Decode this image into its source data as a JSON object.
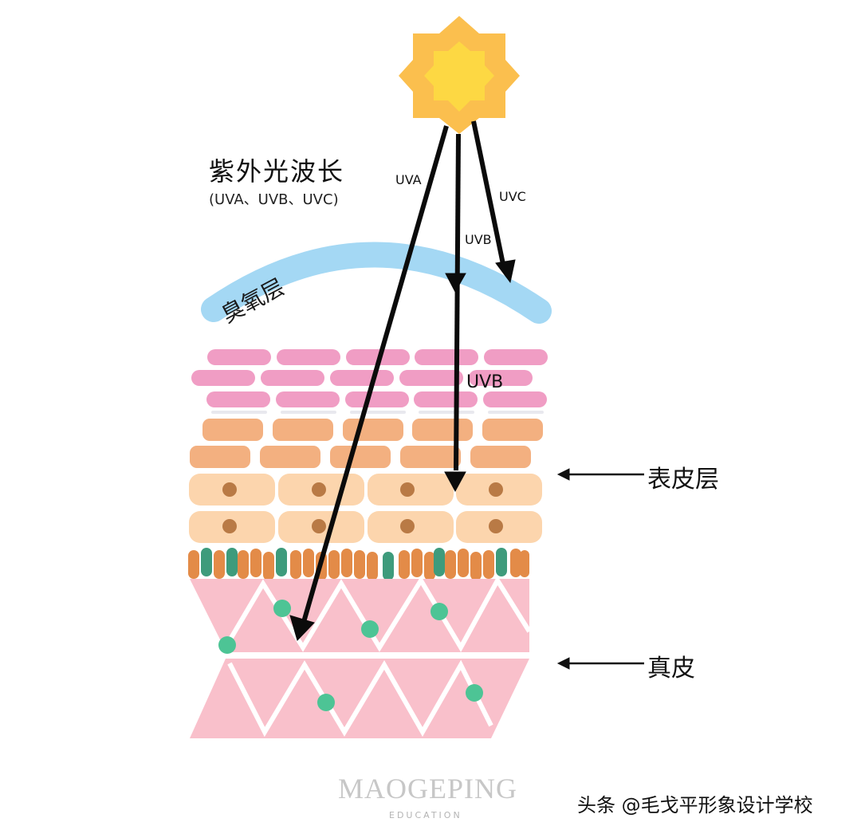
{
  "title": {
    "main": "紫外光波长",
    "sub": "(UVA、UVB、UVC)"
  },
  "rays": [
    {
      "name": "UVA",
      "label": "UVA",
      "penetrates_to": "真皮"
    },
    {
      "name": "UVB",
      "label": "UVB",
      "penetrates_to": "表皮层"
    },
    {
      "name": "UVC",
      "label": "UVC",
      "penetrates_to": "臭氧层"
    }
  ],
  "ray_labels": {
    "uva": "UVA",
    "uvb_upper": "UVB",
    "uvc": "UVC",
    "uvb_lower": "UVB"
  },
  "layers": {
    "ozone": "臭氧层",
    "epidermis": "表皮层",
    "dermis": "真皮"
  },
  "watermark": {
    "brand": "MAOGEPING",
    "sub": "EDUCATION"
  },
  "credit": "头条 @毛戈平形象设计学校",
  "colors": {
    "sun_outer": "#FBBF4E",
    "sun_inner": "#FDD843",
    "ozone": "#A4D8F4",
    "stratum_corneum": "#F09DC4",
    "granular": "#F3B080",
    "spinous": "#FCD5AD",
    "nucleus": "#B97A45",
    "basal_orange": "#E38B48",
    "basal_green": "#3E9B7C",
    "dermis": "#F9C0CB",
    "dermis_dot": "#4DC495",
    "arrow": "#0b0b0b"
  }
}
